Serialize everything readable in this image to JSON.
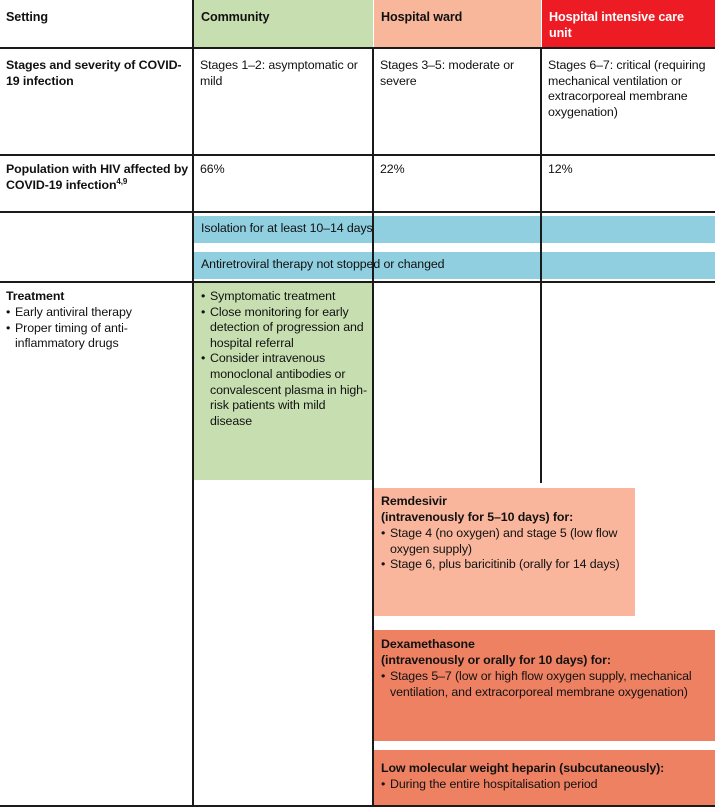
{
  "table": {
    "title": "COVID-19 management by care setting in people with HIV",
    "colors": {
      "community": "#c7dfb0",
      "hospital_ward": "#f8b79b",
      "icu": "#ed1c24",
      "isolation_bar": "#8fcfe0",
      "remdesivir_block": "#f9b69c",
      "dexamethasone_block": "#ef8163",
      "heparin_block": "#ef8163",
      "rule": "#1a1a1a",
      "text": "#111111",
      "text_on_red": "#ffffff"
    },
    "header": {
      "col1": "Setting",
      "col2": "Community",
      "col3": "Hospital ward",
      "col4": "Hospital intensive care unit"
    },
    "rows": [
      {
        "name": "stages-row",
        "label": "Stages and severity of COVID-19 infection",
        "col2": "Stages 1–2: asymptomatic or mild",
        "col3": "Stages 3–5: moderate or severe",
        "col4": "Stages 6–7: critical (requiring mechanical ventilation or extracorporeal membrane oxygenation)"
      },
      {
        "name": "population-row",
        "label": "Population with HIV affected by COVID-19 infection",
        "label_superscript": "4,9",
        "col2": "66%",
        "col3": "22%",
        "col4": "12%"
      }
    ],
    "span_bars": [
      {
        "name": "isolation-bar",
        "text": "Isolation for at least 10–14 days"
      },
      {
        "name": "art-bar",
        "text": "Antiretroviral therapy not stopped or changed"
      }
    ],
    "treatment": {
      "label": "Treatment",
      "label_bullets": [
        "Early antiviral therapy",
        "Proper timing of anti-inflammatory drugs"
      ],
      "community_bullets": [
        "Symptomatic treatment",
        "Close monitoring for early detection of progression and hospital referral",
        "Consider intravenous monoclonal antibodies or convalescent plasma in high-risk patients with mild disease"
      ],
      "remdesivir": {
        "title": "Remdesivir",
        "subtitle": "(intravenously for 5–10 days) for:",
        "bullets": [
          "Stage 4 (no oxygen) and stage 5 (low flow oxygen supply)",
          "Stage 6, plus baricitinib (orally for 14 days)"
        ]
      },
      "dexamethasone": {
        "title": "Dexamethasone",
        "subtitle": "(intravenously or orally for 10 days) for:",
        "bullets": [
          "Stages 5–7 (low or high flow oxygen supply, mechanical ventilation, and extracorporeal membrane oxygenation)"
        ]
      },
      "heparin": {
        "title": "Low molecular weight heparin (subcutaneously):",
        "bullets": [
          "During the entire hospitalisation period"
        ]
      }
    }
  }
}
